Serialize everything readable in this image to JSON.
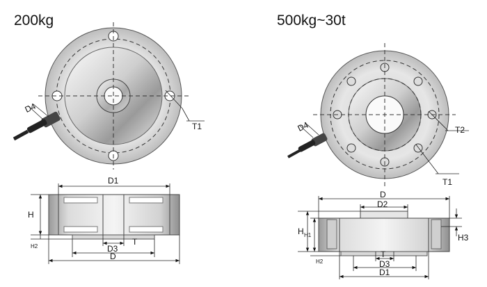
{
  "variant_small": {
    "title": "200kg",
    "labels": {
      "D4": "D4",
      "T1": "T1",
      "D1": "D1",
      "H": "H",
      "H2": "H2",
      "D3": "D3",
      "T": "T",
      "D": "D"
    }
  },
  "variant_large": {
    "title": "500kg~30t",
    "labels": {
      "D4": "D4",
      "T1": "T1",
      "T2": "T2",
      "D": "D",
      "D2": "D2",
      "H": "H",
      "H1": "H1",
      "H2": "H2",
      "H3": "H3",
      "T": "T",
      "D3": "D3",
      "D1": "D1"
    }
  },
  "colors": {
    "metal_light": "#f2f2f2",
    "metal_dark": "#8a8a8a",
    "line": "#222222"
  }
}
